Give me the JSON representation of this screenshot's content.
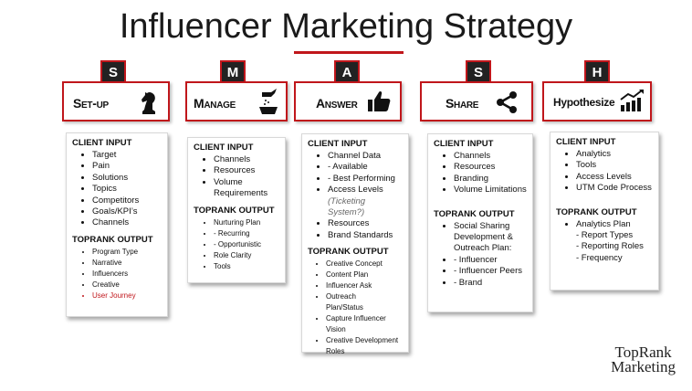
{
  "title": "Influencer Marketing Strategy",
  "brand": {
    "line1": "TopRank",
    "line2": "Marketing"
  },
  "columns": [
    {
      "letter": "S",
      "label": "Set-up",
      "icon": "chess-knight-icon",
      "client_input_title": "CLIENT INPUT",
      "client_input": [
        "Target",
        "Pain",
        "Solutions",
        "Topics",
        "Competitors",
        "Goals/KPI’s",
        "Channels"
      ],
      "output_title": "TOPRANK OUTPUT",
      "output": [
        "Program Type",
        "Narrative",
        "Influencers",
        "Creative",
        "User Journey"
      ]
    },
    {
      "letter": "M",
      "label": "Manage",
      "icon": "watering-can-icon",
      "client_input_title": "CLIENT INPUT",
      "client_input": [
        "Channels",
        "Resources",
        "Volume Requirements"
      ],
      "output_title": "TOPRANK OUTPUT",
      "output": [
        "Nurturing Plan",
        "- Recurring",
        "- Opportunistic",
        "Role Clarity",
        "Tools"
      ]
    },
    {
      "letter": "A",
      "label": "Answer",
      "icon": "thumbs-up-icon",
      "client_input_title": "CLIENT INPUT",
      "client_input": [
        "Channel Data",
        "- Available",
        "- Best Performing",
        "Access Levels",
        "(Ticketing System?)",
        "Resources",
        "Brand Standards"
      ],
      "output_title": "TOPRANK OUTPUT",
      "output": [
        "Creative Concept",
        "Content Plan",
        "Influencer Ask",
        "Outreach Plan/Status",
        "Capture Influencer Vision",
        "Creative Development Roles"
      ]
    },
    {
      "letter": "S",
      "label": "Share",
      "icon": "share-icon",
      "client_input_title": "CLIENT INPUT",
      "client_input": [
        "Channels",
        "Resources",
        "Branding",
        "Volume Limitations"
      ],
      "output_title": "TOPRANK OUTPUT",
      "output": [
        "Social Sharing Development & Outreach Plan:",
        "- Influencer",
        "- Influencer Peers",
        "- Brand"
      ]
    },
    {
      "letter": "H",
      "label": "Hypothesize",
      "icon": "bar-chart-icon",
      "client_input_title": "CLIENT INPUT",
      "client_input": [
        "Analytics",
        "Tools",
        "Access Levels",
        "UTM Code Process"
      ],
      "output_title": "TOPRANK OUTPUT",
      "output": [
        "Analytics Plan",
        "- Report Types",
        "- Reporting Roles",
        "- Frequency"
      ]
    }
  ]
}
